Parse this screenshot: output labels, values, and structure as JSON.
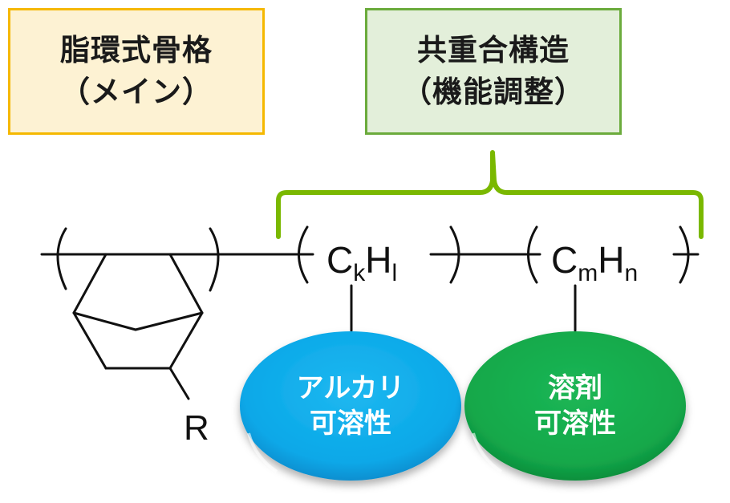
{
  "boxes": {
    "main": {
      "line1": "脂環式骨格",
      "line2": "（メイン）",
      "border_color": "#f5b800",
      "fill_color": "#fdf2d3"
    },
    "copolymer": {
      "line1": "共重合構造",
      "line2": "（機能調整）",
      "border_color": "#6bab3c",
      "fill_color": "#e3efda"
    }
  },
  "structure": {
    "substituent": "R",
    "unit1": {
      "c": "C",
      "c_sub": "k",
      "h": "H",
      "h_sub": "l"
    },
    "unit2": {
      "c": "C",
      "c_sub": "m",
      "h": "H",
      "h_sub": "n"
    },
    "brace_color": "#7ab800"
  },
  "ellipses": {
    "alkali": {
      "line1": "アルカリ",
      "line2": "可溶性",
      "color": "#0aa8e8"
    },
    "solvent": {
      "line1": "溶剤",
      "line2": "可溶性",
      "color": "#13a84a"
    }
  }
}
